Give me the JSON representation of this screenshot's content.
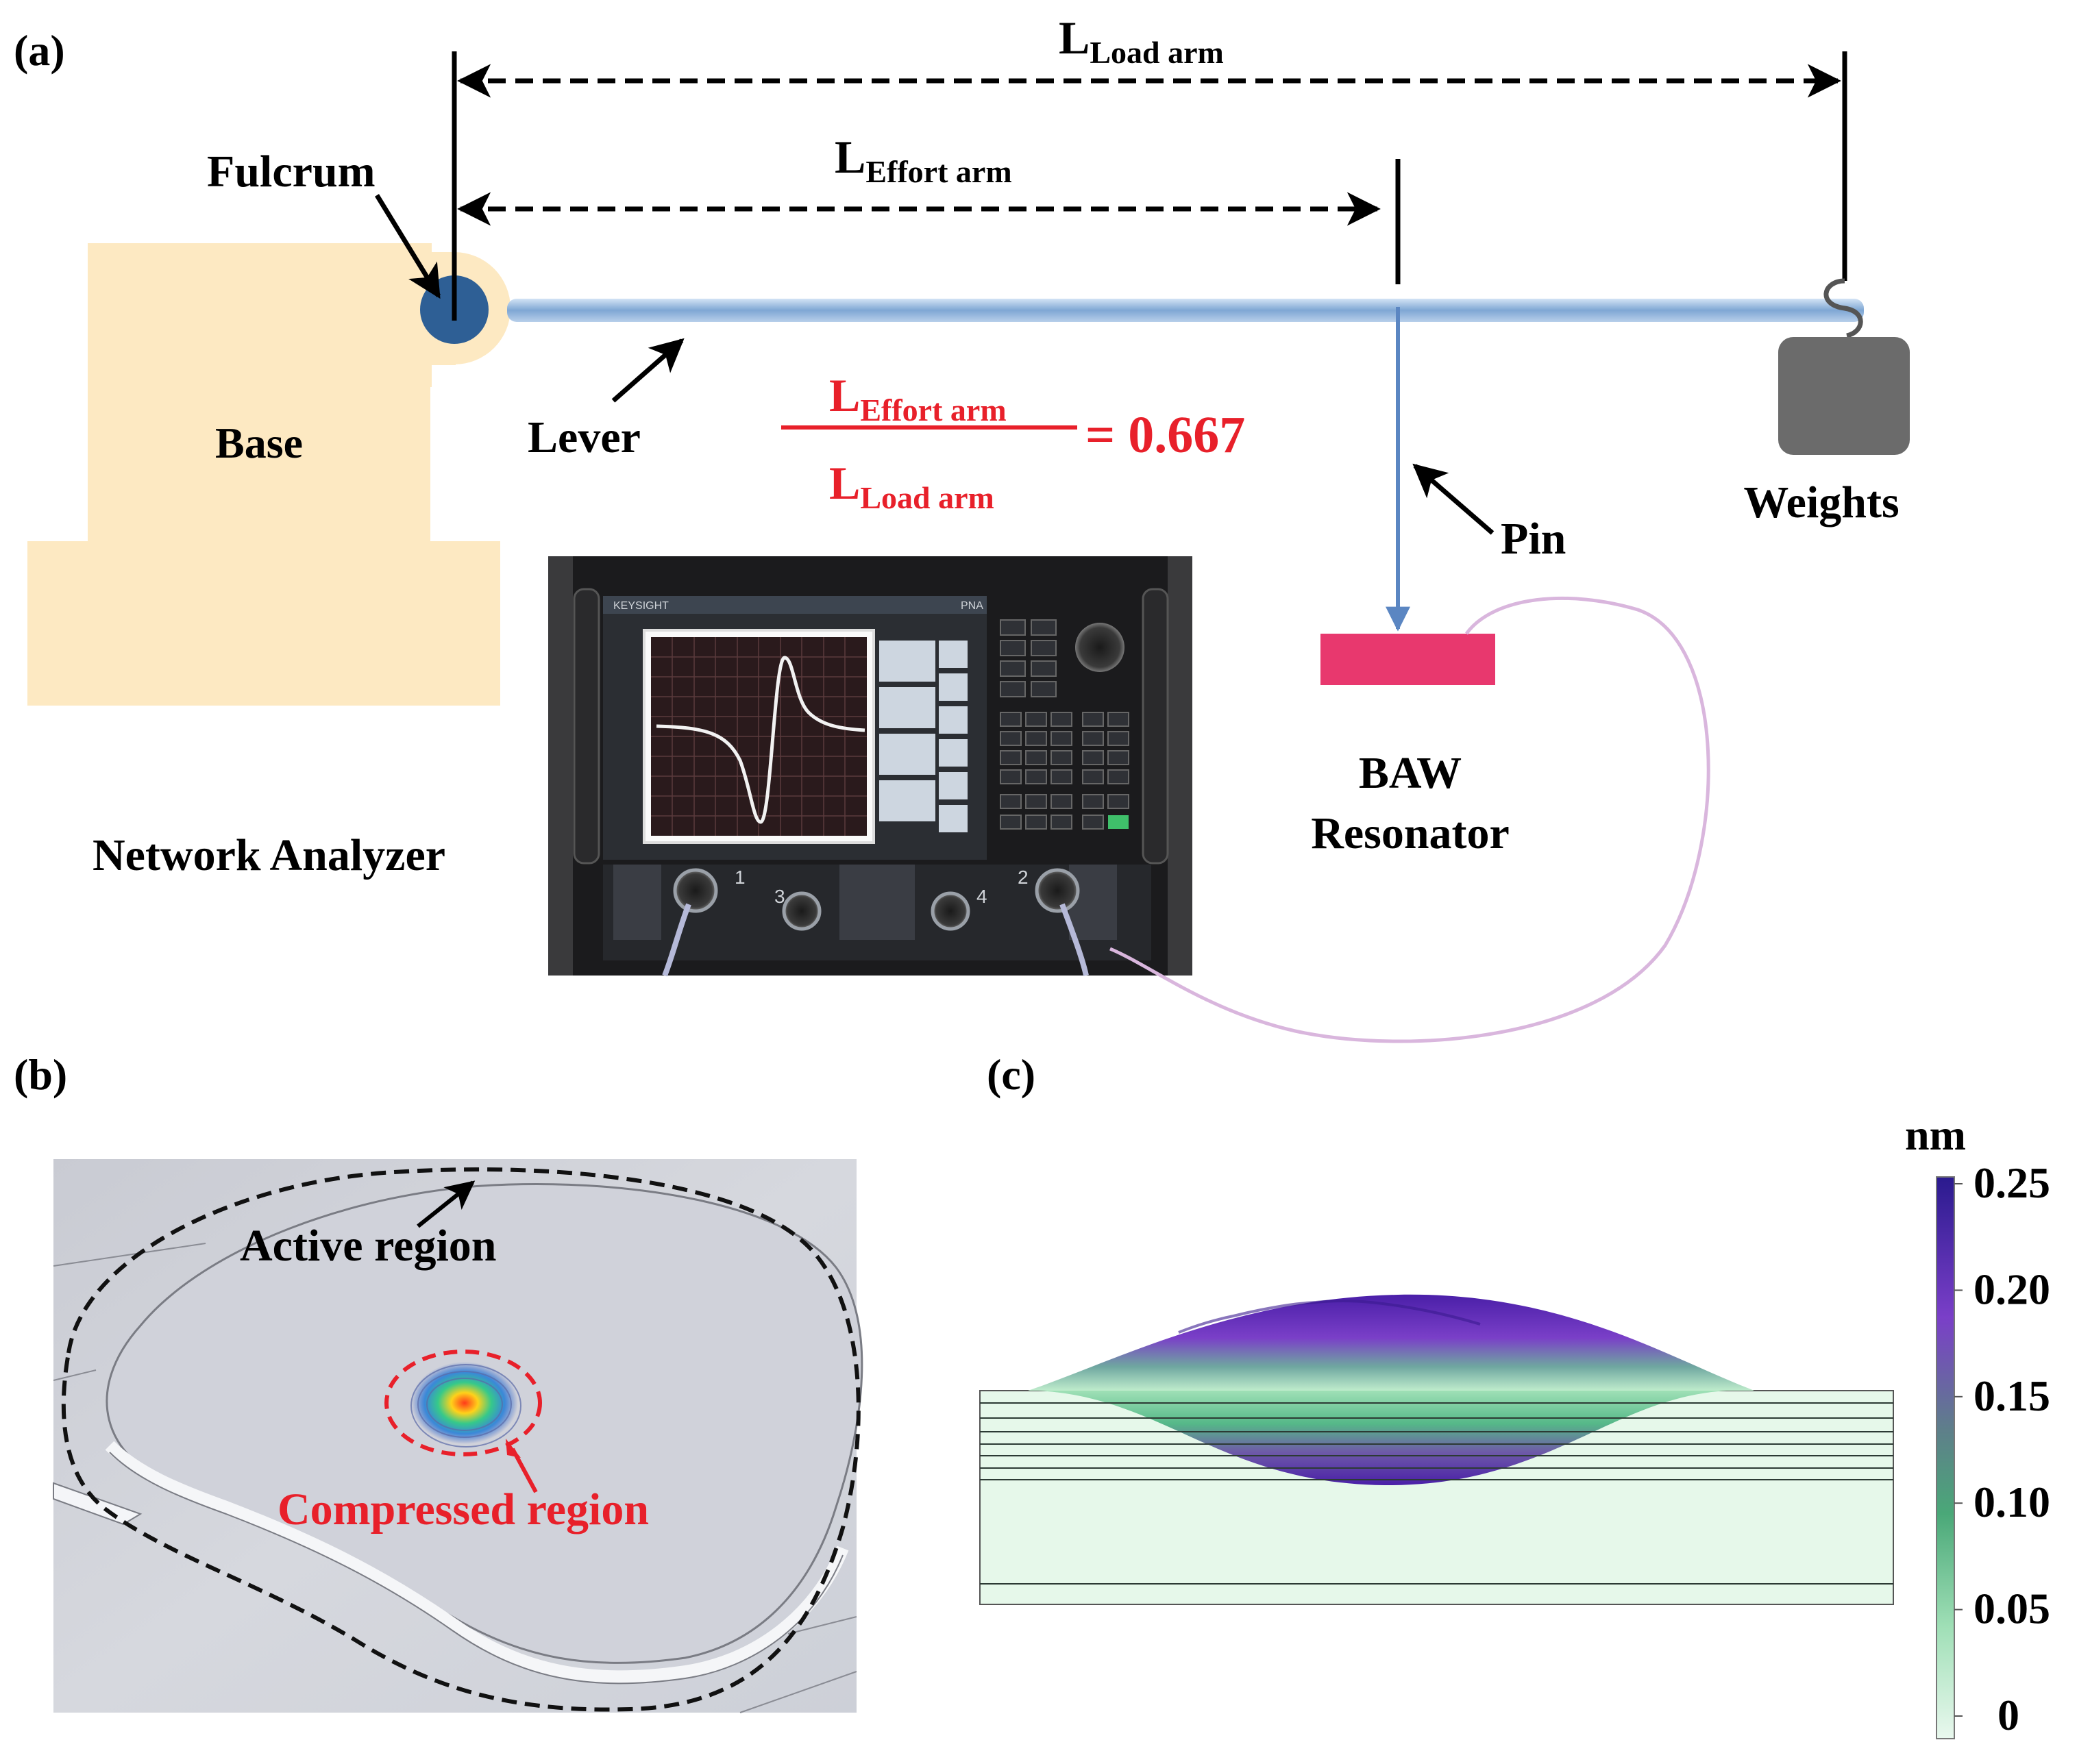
{
  "panels": {
    "a": "(a)",
    "b": "(b)",
    "c": "(c)"
  },
  "panel_a": {
    "load_arm_main": "L",
    "load_arm_sub": "Load arm",
    "effort_arm_main": "L",
    "effort_arm_sub": "Effort arm",
    "fulcrum": "Fulcrum",
    "base": "Base",
    "lever": "Lever",
    "pin": "Pin",
    "weights": "Weights",
    "baw_line1": "BAW",
    "baw_line2": "Resonator",
    "network_analyzer": "Network Analyzer",
    "ratio_num_main": "L",
    "ratio_num_sub": "Effort arm",
    "ratio_den_main": "L",
    "ratio_den_sub": "Load arm",
    "ratio_value": "= 0.667",
    "instrument": {
      "brand": "KEYSIGHT",
      "model": "PNA",
      "ports": [
        "1",
        "3",
        "4",
        "2"
      ]
    }
  },
  "panel_b": {
    "active_region": "Active region",
    "compressed_region": "Compressed region"
  },
  "panel_c": {
    "unit": "nm",
    "ticks": [
      "0.25",
      "0.20",
      "0.15",
      "0.10",
      "0.05",
      "0"
    ]
  },
  "colors": {
    "base": "#fde9c2",
    "fulcrum": "#2e5f95",
    "lever": "#7fa7d4",
    "pin": "#5b86c2",
    "weights": "#6b6b6b",
    "baw": "#e8386e",
    "ratio": "#e8202a",
    "wire": "#d9b6dd"
  }
}
